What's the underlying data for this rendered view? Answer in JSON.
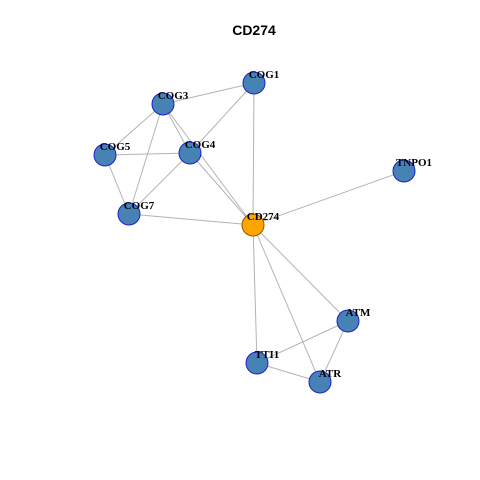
{
  "title": "CD274",
  "colors": {
    "node_fill": "#4682b4",
    "node_stroke": "#1f1fd0",
    "center_fill": "#ffa500",
    "center_stroke": "#8a5a00",
    "edge": "#b4b4b4"
  },
  "nodes": [
    {
      "id": "COG1",
      "label": "COG1",
      "center": false
    },
    {
      "id": "COG3",
      "label": "COG3",
      "center": false
    },
    {
      "id": "COG5",
      "label": "COG5",
      "center": false
    },
    {
      "id": "COG4",
      "label": "COG4",
      "center": false
    },
    {
      "id": "COG7",
      "label": "COG7",
      "center": false
    },
    {
      "id": "TNPO1",
      "label": "TNPO1",
      "center": false
    },
    {
      "id": "CD274",
      "label": "CD274",
      "center": true
    },
    {
      "id": "ATM",
      "label": "ATM",
      "center": false
    },
    {
      "id": "TTI1",
      "label": "TTI1",
      "center": false
    },
    {
      "id": "ATR",
      "label": "ATR",
      "center": false
    }
  ],
  "edges": [
    [
      "COG3",
      "COG1"
    ],
    [
      "COG1",
      "COG4"
    ],
    [
      "COG1",
      "CD274"
    ],
    [
      "COG3",
      "COG5"
    ],
    [
      "COG3",
      "COG4"
    ],
    [
      "COG3",
      "COG7"
    ],
    [
      "COG3",
      "CD274"
    ],
    [
      "COG5",
      "COG4"
    ],
    [
      "COG5",
      "COG7"
    ],
    [
      "COG4",
      "COG7"
    ],
    [
      "COG4",
      "CD274"
    ],
    [
      "COG7",
      "CD274"
    ],
    [
      "TNPO1",
      "CD274"
    ],
    [
      "CD274",
      "ATM"
    ],
    [
      "CD274",
      "TTI1"
    ],
    [
      "CD274",
      "ATR"
    ],
    [
      "ATM",
      "TTI1"
    ],
    [
      "ATM",
      "ATR"
    ],
    [
      "TTI1",
      "ATR"
    ]
  ]
}
